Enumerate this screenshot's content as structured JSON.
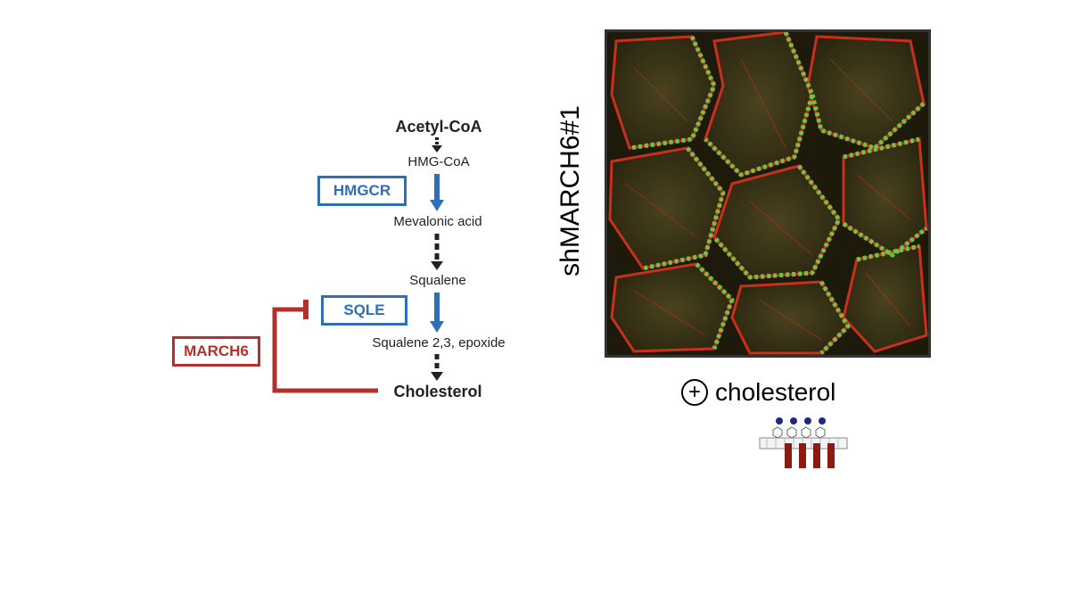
{
  "pathway": {
    "metabolites": [
      "Acetyl-CoA",
      "HMG-CoA",
      "Mevalonic acid",
      "Squalene",
      "Squalene 2,3, epoxide",
      "Cholesterol"
    ],
    "enzymes": {
      "hmgcr": "HMGCR",
      "sqle": "SQLE",
      "march6": "MARCH6"
    },
    "colors": {
      "enzyme": "#2e6fb5",
      "inhibitor": "#b3302c",
      "arrow": "#222222"
    }
  },
  "image_panel": {
    "condition_label": "shMARCH6#1",
    "treatment_symbol": "+",
    "treatment_label": "cholesterol",
    "colors": {
      "actin": "#c8301c",
      "membrane": "#6fd24a"
    }
  }
}
